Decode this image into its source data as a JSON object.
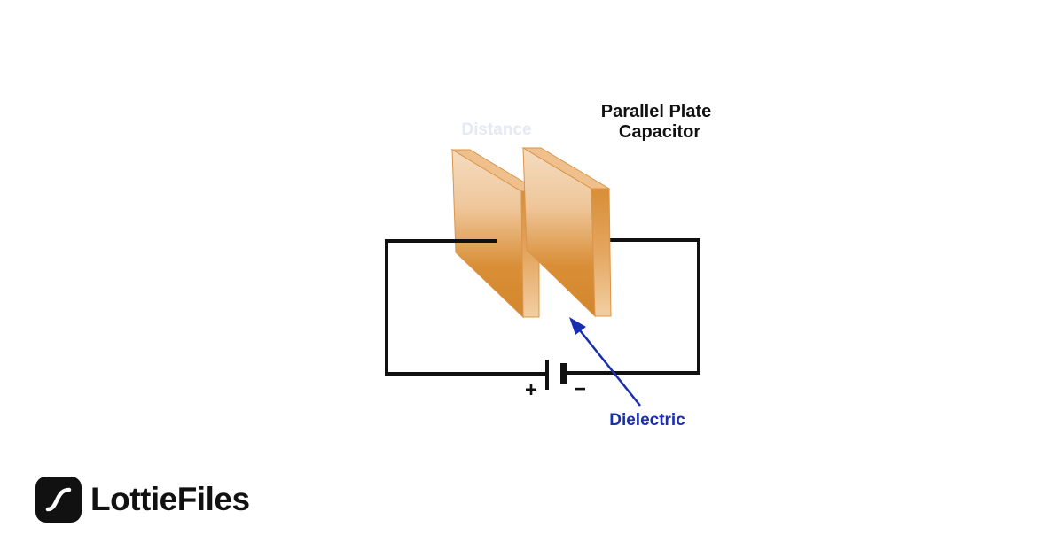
{
  "diagram": {
    "title_line1": "Parallel Plate",
    "title_line2": "Capacitor",
    "distance_label": "Distance",
    "dielectric_label": "Dielectric",
    "plus_sign": "+",
    "minus_sign": "−"
  },
  "colors": {
    "wire": "#111111",
    "plate_light": "#f4dcc0",
    "plate_dark": "#d98e36",
    "arrow": "#1a2fb0",
    "distance_text": "#e6e9f5"
  },
  "brand": {
    "name": "LottieFiles",
    "logo_icon": "lottiefiles-logo-icon"
  }
}
